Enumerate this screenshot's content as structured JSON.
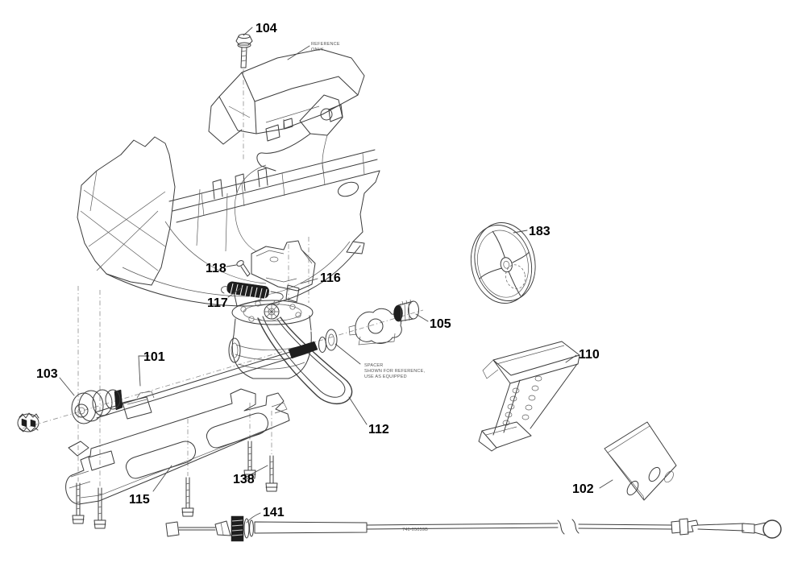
{
  "diagram": {
    "type": "exploded-parts-diagram",
    "background": "#ffffff",
    "line_color": "#3c3c3c",
    "label_color": "#000000",
    "dark_fill": "#1e1e1e",
    "callouts": [
      {
        "label": "104"
      },
      {
        "label": "183"
      },
      {
        "label": "118"
      },
      {
        "label": "116"
      },
      {
        "label": "117"
      },
      {
        "label": "105"
      },
      {
        "label": "101"
      },
      {
        "label": "103"
      },
      {
        "label": "110"
      },
      {
        "label": "112"
      },
      {
        "label": "102"
      },
      {
        "label": "115"
      },
      {
        "label": "138"
      },
      {
        "label": "141"
      }
    ],
    "annotations": {
      "reference_only": {
        "line1": "REFERENCE",
        "line2": "ONLY"
      },
      "spacer_note": {
        "line1": "SPACER",
        "line2": "SHOWN FOR REFERENCE,",
        "line3": "USE AS EQUIPPED"
      },
      "cable_part_number": "746-05059B"
    }
  }
}
